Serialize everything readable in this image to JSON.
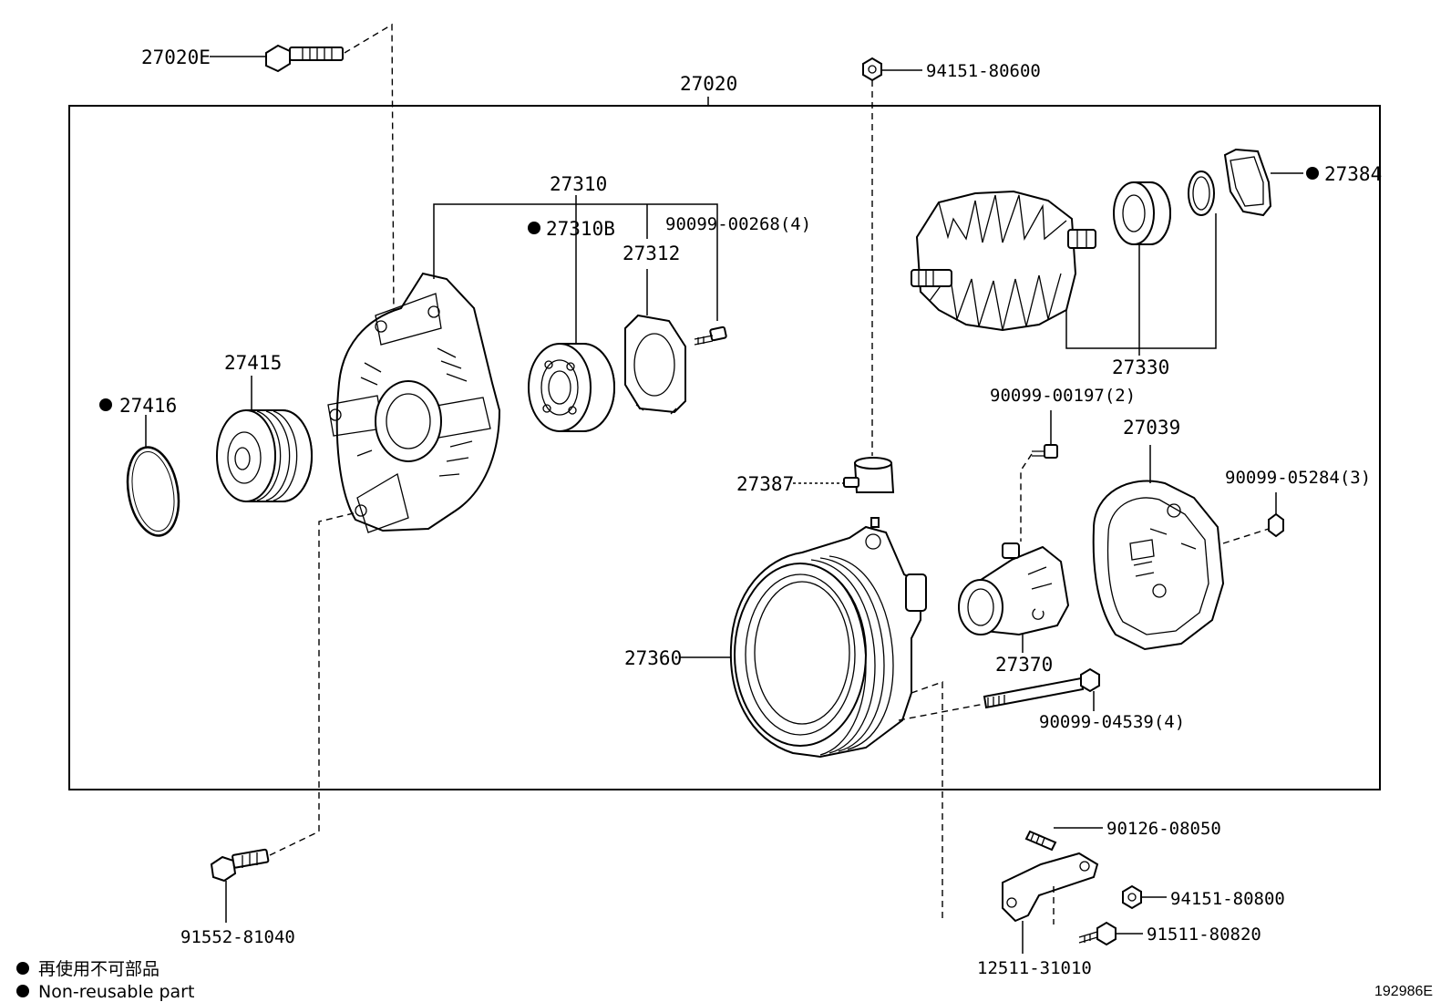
{
  "frame_part": "27020",
  "parts": {
    "p27020E": "27020E",
    "p27310": "27310",
    "p27310B": "27310B",
    "p27312": "27312",
    "p90099_00268": "90099-00268(4)",
    "p94151_80600": "94151-80600",
    "p27384": "27384",
    "p27330": "27330",
    "p27415": "27415",
    "p27416": "27416",
    "p90099_00197": "90099-00197(2)",
    "p27039": "27039",
    "p27387": "27387",
    "p90099_05284": "90099-05284(3)",
    "p27360": "27360",
    "p27370": "27370",
    "p90099_04539": "90099-04539(4)",
    "p91552_81040": "91552-81040",
    "p90126_08050": "90126-08050",
    "p94151_80800": "94151-80800",
    "p91511_80820": "91511-80820",
    "p12511_31010": "12511-31010"
  },
  "legend": {
    "line1": "再使用不可部品",
    "line2": "Non-reusable part"
  },
  "diagram_code": "192986E"
}
